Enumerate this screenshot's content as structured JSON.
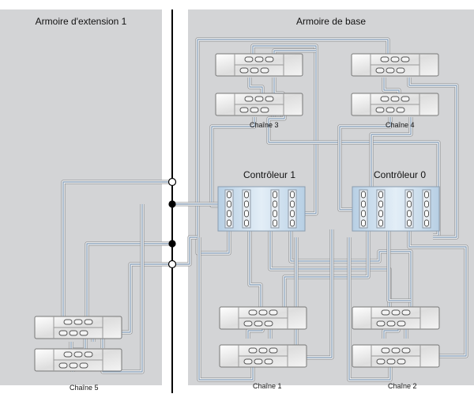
{
  "cabinets": {
    "extension": {
      "title": "Armoire d'extension 1"
    },
    "base": {
      "title": "Armoire de base"
    }
  },
  "controllers": [
    {
      "id": "ctrl1",
      "label": "Contrôleur 1"
    },
    {
      "id": "ctrl0",
      "label": "Contrôleur 0"
    }
  ],
  "chains": [
    {
      "id": "chain3",
      "label": "Chaîne 3"
    },
    {
      "id": "chain4",
      "label": "Chaîne 4"
    },
    {
      "id": "chain1",
      "label": "Chaîne 1"
    },
    {
      "id": "chain2",
      "label": "Chaîne 2"
    },
    {
      "id": "chain5",
      "label": "Chaîne 5"
    }
  ],
  "junctions": [
    {
      "type": "open"
    },
    {
      "type": "filled"
    },
    {
      "type": "filled"
    },
    {
      "type": "open"
    }
  ],
  "colors": {
    "panel": "#d3d4d6",
    "cable_core": "#8fa5bd",
    "cable_edge": "#ffffff",
    "controller": "#c9dcec",
    "shelf": "#e8e8e8"
  }
}
